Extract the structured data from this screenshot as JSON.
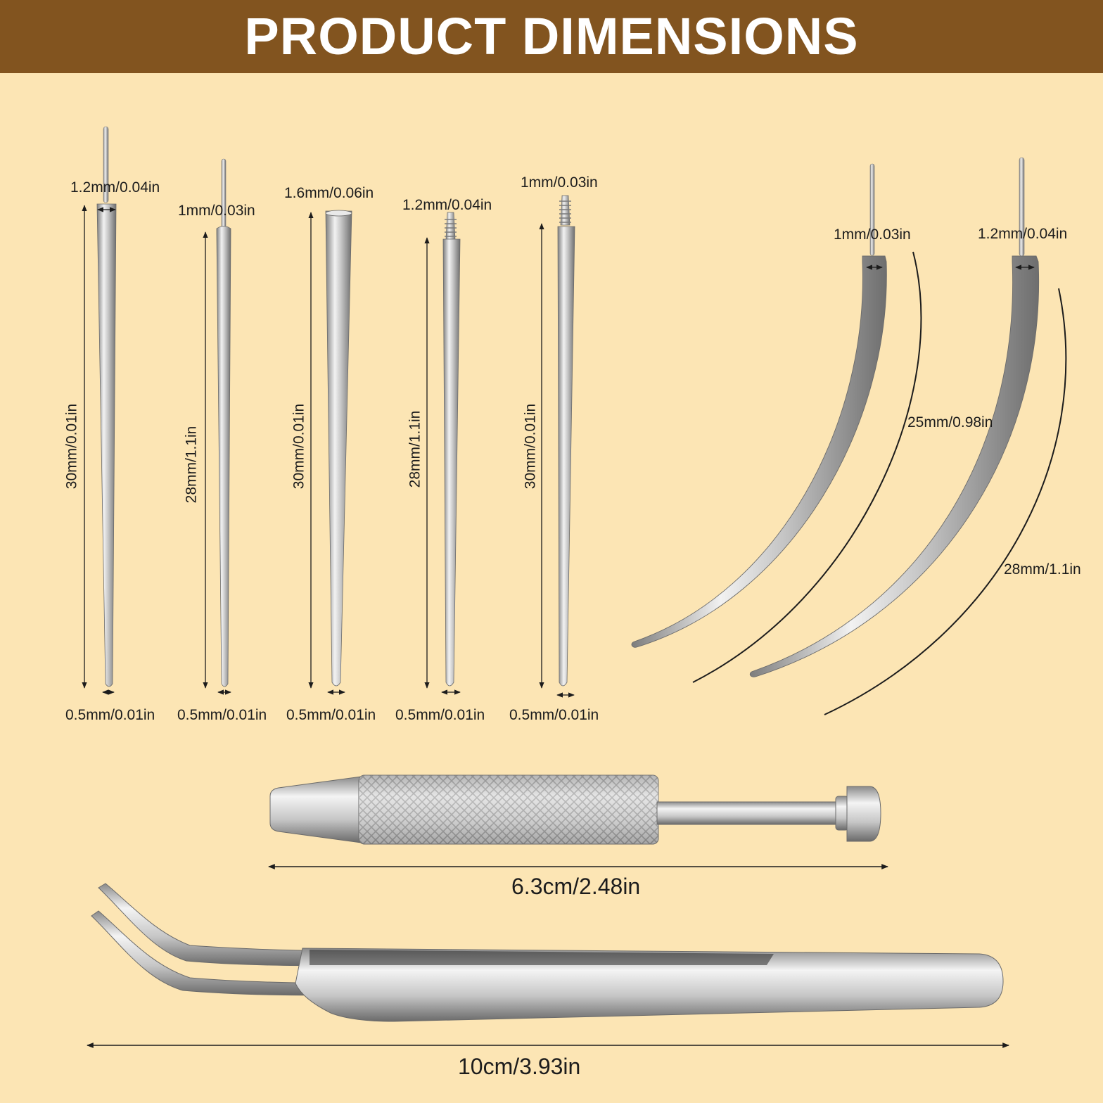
{
  "header": {
    "title": "PRODUCT DIMENSIONS"
  },
  "colors": {
    "background": "#fce5b4",
    "banner": "#82541f",
    "metal": "#c9c9c9",
    "text": "#1c1c1c"
  },
  "tapers": [
    {
      "top": "1.2mm/0.04in",
      "length": "30mm/0.01in",
      "bottom": "0.5mm/0.01in"
    },
    {
      "top": "1mm/0.03in",
      "length": "28mm/1.1in",
      "bottom": "0.5mm/0.01in"
    },
    {
      "top": "1.6mm/0.06in",
      "length": "30mm/0.01in",
      "bottom": "0.5mm/0.01in"
    },
    {
      "top": "1.2mm/0.04in",
      "length": "28mm/1.1in",
      "bottom": "0.5mm/0.01in"
    },
    {
      "top": "1mm/0.03in",
      "length": "30mm/0.01in",
      "bottom": "0.5mm/0.01in"
    }
  ],
  "curved": [
    {
      "top": "1mm/0.03in",
      "length": "25mm/0.98in"
    },
    {
      "top": "1.2mm/0.04in",
      "length": "28mm/1.1in"
    }
  ],
  "ball_grabber": {
    "length": "6.3cm/2.48in"
  },
  "tweezers": {
    "length": "10cm/3.93in"
  }
}
